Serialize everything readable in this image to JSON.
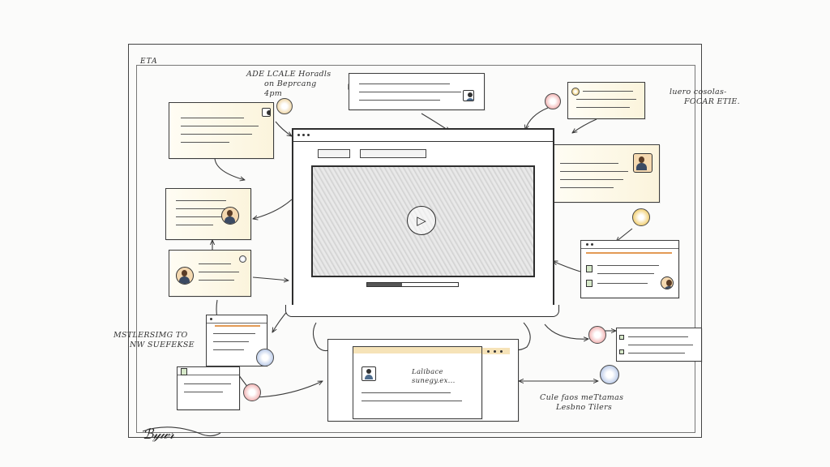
{
  "frame": {
    "label": "ETA"
  },
  "notes": {
    "top_left": [
      "ADE LCALE Horadls",
      "on Beprcang 4pm"
    ],
    "top_right": [
      "luero cosolas-",
      "FOCAR ETIE."
    ],
    "left_middle": [
      "MSTLERSIMG TO",
      "NW SUEFEKSE"
    ],
    "bottom_center_card": [
      "Lalibace",
      "sunegy.ex..."
    ],
    "bottom_right": [
      "Cule faos meTtamas",
      "Lesbno Tilers"
    ]
  },
  "player": {
    "play_glyph": "▷",
    "progress_fraction": 0.38
  },
  "icons": {
    "play": "play-icon",
    "avatar": "avatar-icon",
    "badge": "badge-icon"
  },
  "colors": {
    "accent": "#e39a55",
    "badge_pink": "#f3b9b9",
    "badge_gold": "#f1cd6b",
    "badge_blue": "#b8c9e8"
  }
}
